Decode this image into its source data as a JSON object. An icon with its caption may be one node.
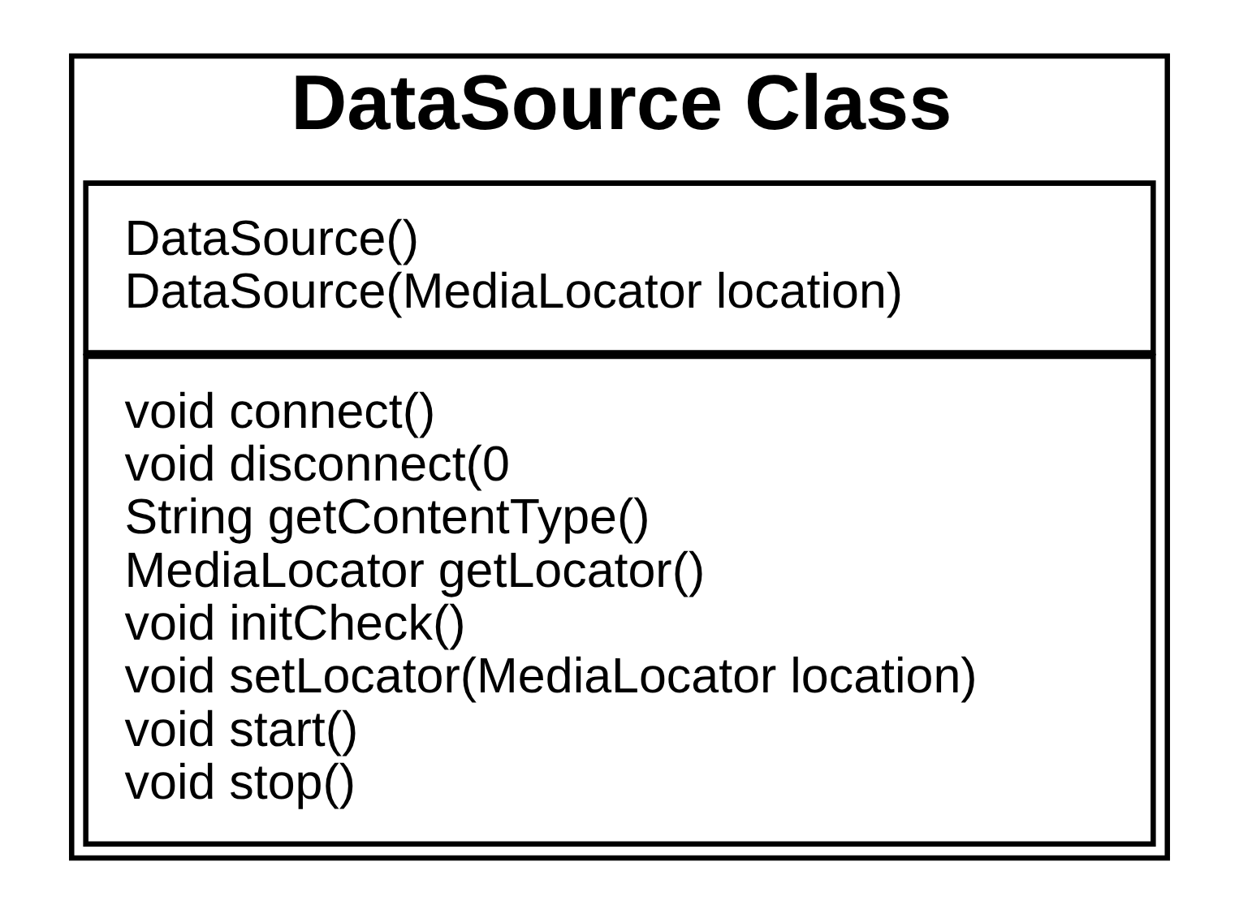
{
  "diagram": {
    "nodes": [
      {
        "text": [
          "DataSource Class"
        ]
      },
      {
        "text": [
          "DataSource()",
          "DataSource(MediaLocator location)"
        ],
        "in": 0
      },
      {
        "text": [
          "void connect()",
          "void disconnect(0",
          "String getContentType()",
          "MediaLocator getLocator()",
          "void initCheck()",
          "void setLocator(MediaLocator location)",
          "void start()",
          "void stop()"
        ],
        "in": 0
      }
    ]
  }
}
